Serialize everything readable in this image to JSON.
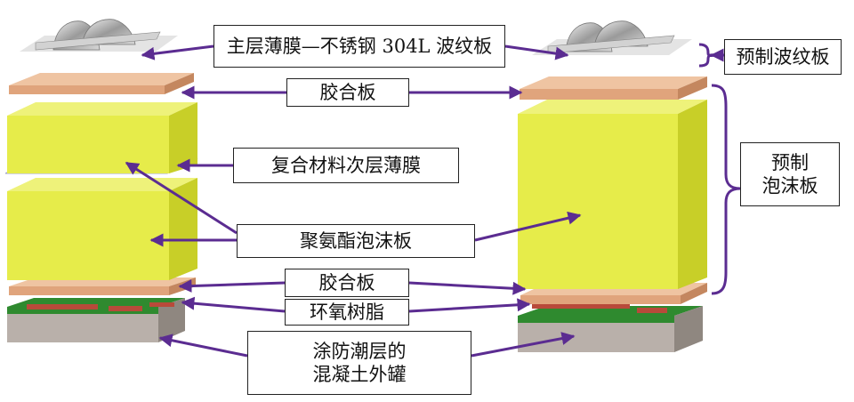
{
  "labels": {
    "main_film": "主层薄膜—不锈钢 304L 波纹板",
    "precast_corrugated": "预制波纹板",
    "plywood_top": "胶合板",
    "composite_film": "复合材料次层薄膜",
    "pu_foam": "聚氨酯泡沫板",
    "precast_foam_line1": "预制",
    "precast_foam_line2": "泡沫板",
    "plywood_bottom": "胶合板",
    "epoxy": "环氧树脂",
    "concrete_line1": "涂防潮层的",
    "concrete_line2": "混凝土外罐"
  },
  "colors": {
    "arrow": "#5b2c91",
    "foam": "#e6ec4a",
    "plywood": "#e0a47c",
    "concrete": "#b9b0aa",
    "base_green": "#2f8a2f",
    "epoxy": "#b84a3a",
    "steel": "#c8c8c8",
    "composite_film": "#bfc3e0"
  }
}
